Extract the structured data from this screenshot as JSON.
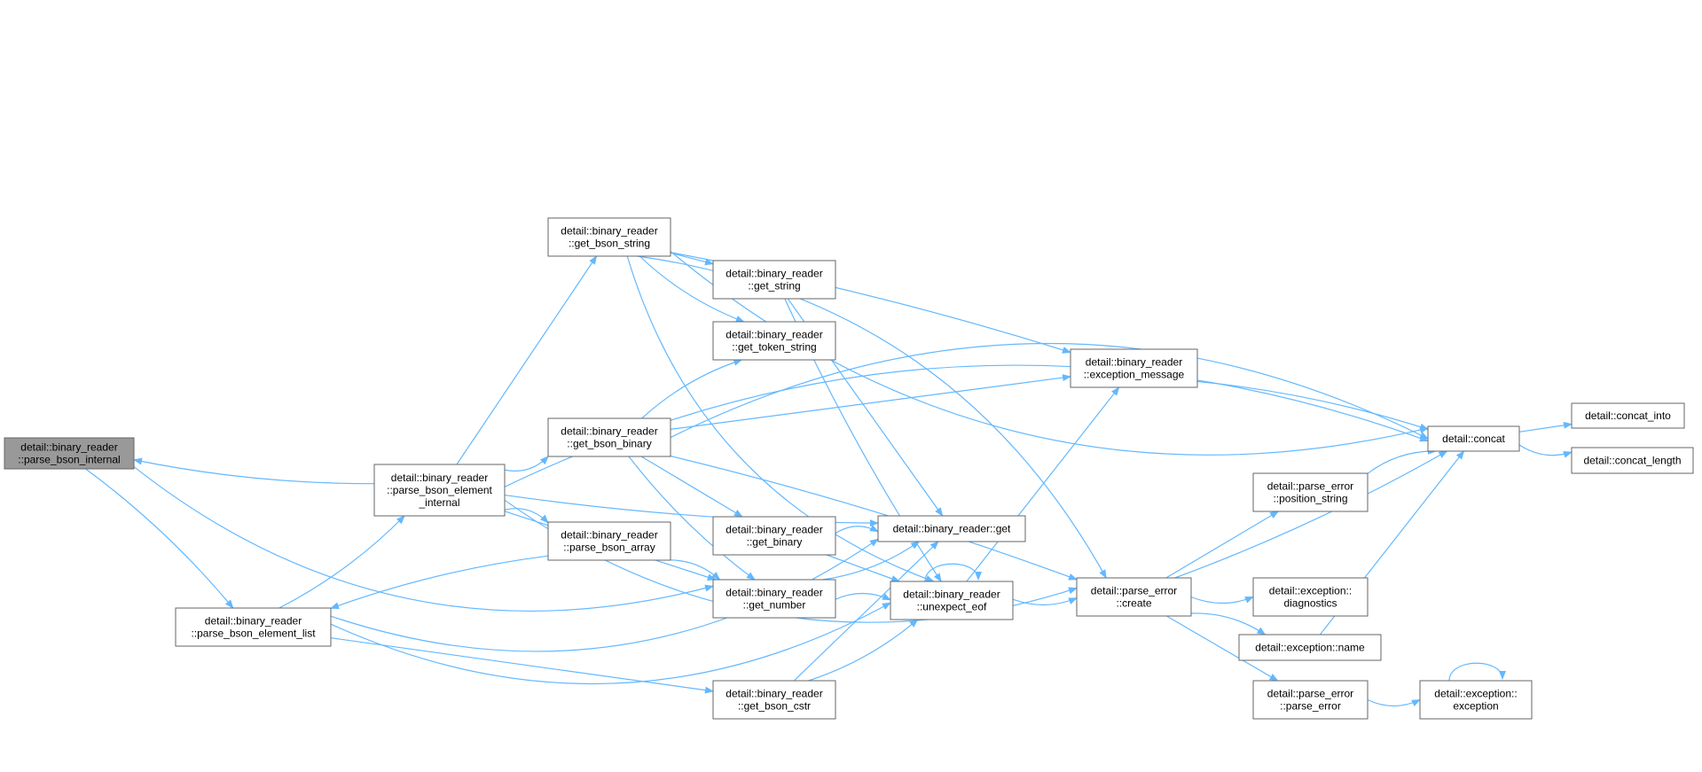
{
  "colors": {
    "edge": "#63b8ff",
    "node_border": "#666666",
    "root_fill": "#999999",
    "node_fill": "#ffffff"
  },
  "nodes": [
    {
      "id": "parse_bson_internal",
      "lines": [
        "detail::binary_reader",
        "::parse_bson_internal"
      ],
      "root": true
    },
    {
      "id": "parse_bson_element_list",
      "lines": [
        "detail::binary_reader",
        "::parse_bson_element_list"
      ]
    },
    {
      "id": "parse_bson_element_internal",
      "lines": [
        "detail::binary_reader",
        "::parse_bson_element",
        "_internal"
      ]
    },
    {
      "id": "get_bson_string",
      "lines": [
        "detail::binary_reader",
        "::get_bson_string"
      ]
    },
    {
      "id": "get_bson_binary",
      "lines": [
        "detail::binary_reader",
        "::get_bson_binary"
      ]
    },
    {
      "id": "parse_bson_array",
      "lines": [
        "detail::binary_reader",
        "::parse_bson_array"
      ]
    },
    {
      "id": "get_string",
      "lines": [
        "detail::binary_reader",
        "::get_string"
      ]
    },
    {
      "id": "get_token_string",
      "lines": [
        "detail::binary_reader",
        "::get_token_string"
      ]
    },
    {
      "id": "get_binary",
      "lines": [
        "detail::binary_reader",
        "::get_binary"
      ]
    },
    {
      "id": "get_number",
      "lines": [
        "detail::binary_reader",
        "::get_number"
      ]
    },
    {
      "id": "get_bson_cstr",
      "lines": [
        "detail::binary_reader",
        "::get_bson_cstr"
      ]
    },
    {
      "id": "get",
      "lines": [
        "detail::binary_reader::get"
      ]
    },
    {
      "id": "unexpect_eof",
      "lines": [
        "detail::binary_reader",
        "::unexpect_eof"
      ]
    },
    {
      "id": "exception_message",
      "lines": [
        "detail::binary_reader",
        "::exception_message"
      ]
    },
    {
      "id": "parse_error_create",
      "lines": [
        "detail::parse_error",
        "::create"
      ]
    },
    {
      "id": "concat",
      "lines": [
        "detail::concat"
      ]
    },
    {
      "id": "position_string",
      "lines": [
        "detail::parse_error",
        "::position_string"
      ]
    },
    {
      "id": "diagnostics",
      "lines": [
        "detail::exception::",
        "diagnostics"
      ]
    },
    {
      "id": "exception_name",
      "lines": [
        "detail::exception::name"
      ]
    },
    {
      "id": "parse_error_ctor",
      "lines": [
        "detail::parse_error",
        "::parse_error"
      ]
    },
    {
      "id": "exception_ctor",
      "lines": [
        "detail::exception::",
        "exception"
      ]
    },
    {
      "id": "concat_into",
      "lines": [
        "detail::concat_into"
      ]
    },
    {
      "id": "concat_length",
      "lines": [
        "detail::concat_length"
      ]
    }
  ],
  "edges": [
    [
      "parse_bson_internal",
      "parse_bson_element_list"
    ],
    [
      "parse_bson_internal",
      "get_number"
    ],
    [
      "parse_bson_element_list",
      "parse_bson_element_internal"
    ],
    [
      "parse_bson_element_list",
      "get"
    ],
    [
      "parse_bson_element_list",
      "get_bson_cstr"
    ],
    [
      "parse_bson_element_list",
      "unexpect_eof"
    ],
    [
      "parse_bson_element_internal",
      "parse_bson_internal"
    ],
    [
      "parse_bson_element_internal",
      "get_bson_string"
    ],
    [
      "parse_bson_element_internal",
      "get_bson_binary"
    ],
    [
      "parse_bson_element_internal",
      "parse_bson_array"
    ],
    [
      "parse_bson_element_internal",
      "get_number"
    ],
    [
      "parse_bson_element_internal",
      "get"
    ],
    [
      "parse_bson_element_internal",
      "concat"
    ],
    [
      "parse_bson_element_internal",
      "parse_error_create"
    ],
    [
      "parse_bson_array",
      "parse_bson_element_list"
    ],
    [
      "parse_bson_array",
      "get_number"
    ],
    [
      "get_bson_string",
      "get_string"
    ],
    [
      "get_bson_string",
      "get_token_string"
    ],
    [
      "get_bson_string",
      "exception_message"
    ],
    [
      "get_bson_string",
      "concat"
    ],
    [
      "get_bson_string",
      "parse_error_create"
    ],
    [
      "get_bson_string",
      "unexpect_eof"
    ],
    [
      "get_bson_binary",
      "get_binary"
    ],
    [
      "get_bson_binary",
      "get_number"
    ],
    [
      "get_bson_binary",
      "get_token_string"
    ],
    [
      "get_bson_binary",
      "exception_message"
    ],
    [
      "get_bson_binary",
      "concat"
    ],
    [
      "get_bson_binary",
      "parse_error_create"
    ],
    [
      "get_string",
      "get"
    ],
    [
      "get_string",
      "unexpect_eof"
    ],
    [
      "get_binary",
      "get"
    ],
    [
      "get_binary",
      "unexpect_eof"
    ],
    [
      "get_number",
      "get"
    ],
    [
      "get_number",
      "unexpect_eof"
    ],
    [
      "get_bson_cstr",
      "get"
    ],
    [
      "get_bson_cstr",
      "unexpect_eof"
    ],
    [
      "unexpect_eof",
      "unexpect_eof"
    ],
    [
      "unexpect_eof",
      "exception_message"
    ],
    [
      "unexpect_eof",
      "parse_error_create"
    ],
    [
      "exception_message",
      "concat"
    ],
    [
      "parse_error_create",
      "position_string"
    ],
    [
      "parse_error_create",
      "diagnostics"
    ],
    [
      "parse_error_create",
      "exception_name"
    ],
    [
      "parse_error_create",
      "parse_error_ctor"
    ],
    [
      "parse_error_create",
      "concat"
    ],
    [
      "position_string",
      "concat"
    ],
    [
      "exception_name",
      "concat"
    ],
    [
      "parse_error_ctor",
      "exception_ctor"
    ],
    [
      "exception_ctor",
      "exception_ctor"
    ],
    [
      "concat",
      "concat_into"
    ],
    [
      "concat",
      "concat_length"
    ]
  ]
}
